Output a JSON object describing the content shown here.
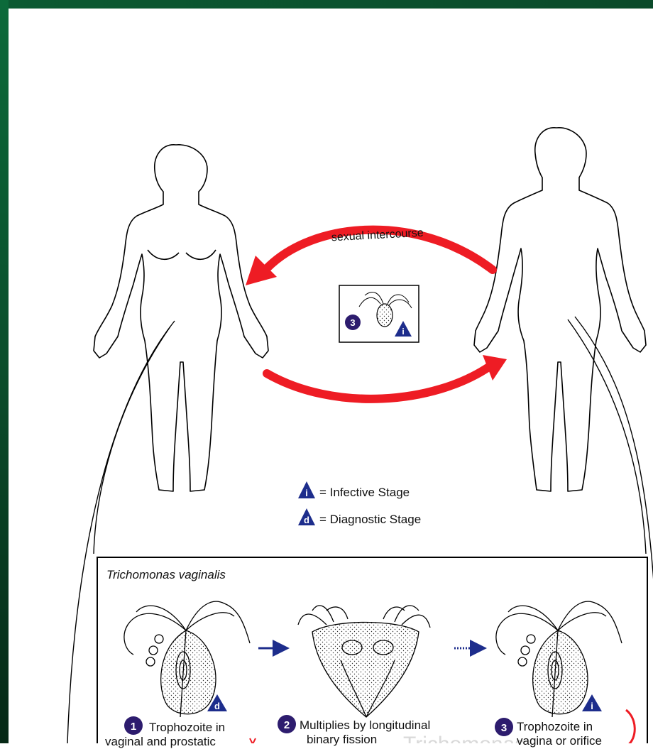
{
  "labels": {
    "transmission": "sexual intercourse",
    "legend_infective": "= Infective Stage",
    "legend_diagnostic": "= Diagnostic Stage",
    "legend_infective_symbol": "i",
    "legend_diagnostic_symbol": "d",
    "organism_title": "Trichomonas vaginalis",
    "center_stage_number": "3",
    "center_stage_symbol": "i"
  },
  "stages": [
    {
      "number": "1",
      "symbol": "d",
      "caption_line1": "Trophozoite in",
      "caption_line2": "vaginal and prostatic"
    },
    {
      "number": "2",
      "caption_line1": "Multiplies by longitudinal",
      "caption_line2": "binary fission"
    },
    {
      "number": "3",
      "symbol": "i",
      "caption_line1": "Trophozoite in",
      "caption_line2": "vagina or orifice"
    }
  ],
  "watermark": "Trichomonas",
  "colors": {
    "frame_green": "#0b5a32",
    "arrow_red": "#ee1c24",
    "stage_navy": "#2d1c6e",
    "triangle_blue": "#1d2d8c"
  }
}
